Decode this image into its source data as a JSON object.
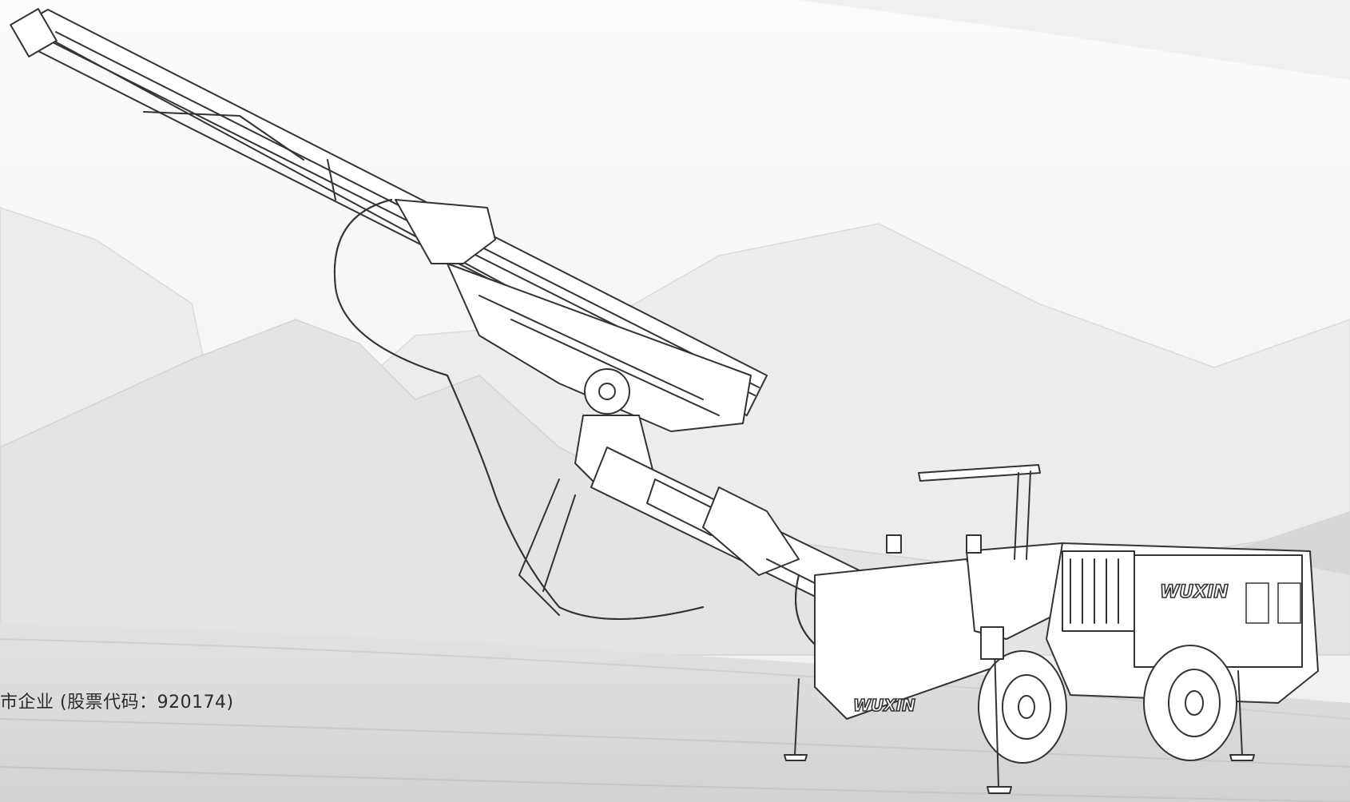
{
  "caption": {
    "text": "市企业 (股票代码：920174)"
  },
  "machine": {
    "brand_logo_text": "WUXIN",
    "icon": "drill-jumbo-illustration"
  },
  "colors": {
    "background": "#f7f7f7",
    "mountain_far": "#e6e6e6",
    "mountain_near": "#dedede",
    "ground_band": "#d8d8d8",
    "line": "#333333"
  }
}
